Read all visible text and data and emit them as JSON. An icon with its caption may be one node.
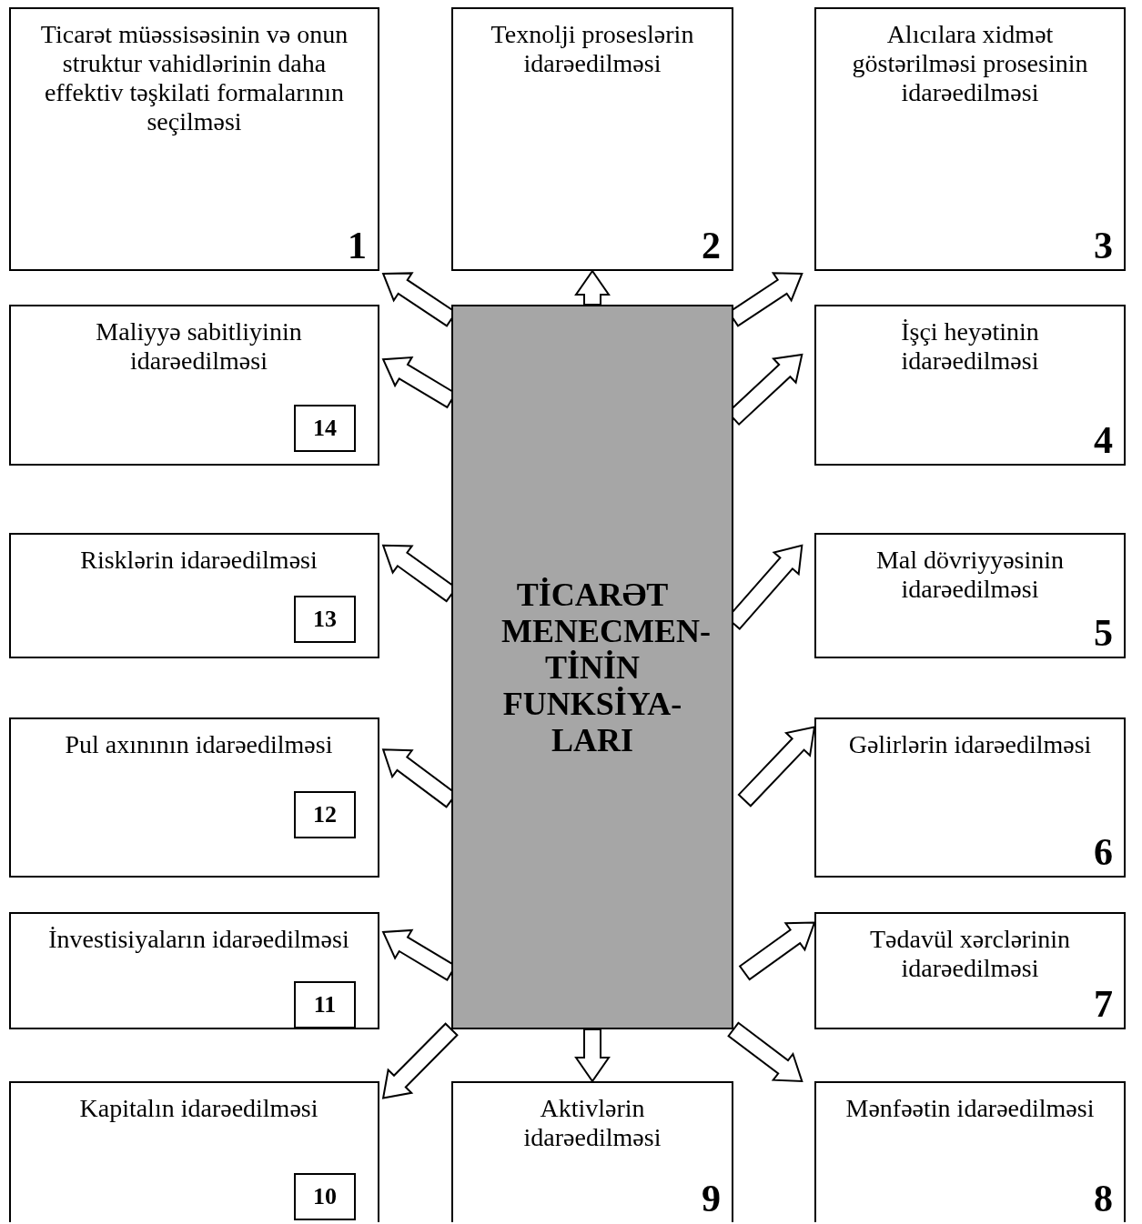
{
  "diagram": {
    "nodes": [
      {
        "text": [
          "Ticarət müəssisəsinin və onun struktur vahidlərinin daha effektiv təşkilati formalarının seçilməsi",
          "1"
        ]
      },
      {
        "text": [
          "Texnolji proseslərin idarəedilməsi",
          "2"
        ]
      },
      {
        "text": [
          "Alıcılara xidmət göstərilməsi prosesinin idarəedilməsi",
          "3"
        ]
      },
      {
        "text": [
          "Maliyyə sabitliyinin idarəedilməsi"
        ]
      },
      {
        "text": [
          "14"
        ],
        "in": 3
      },
      {
        "text": [
          "TİCARƏT MENECMEN- TİNİN FUNKSİYA- LARI"
        ]
      },
      {
        "text": [
          "İşçi heyətinin idarəedilməsi",
          "4"
        ]
      },
      {
        "text": [
          "Risklərin idarəedilməsi"
        ]
      },
      {
        "text": [
          "13"
        ],
        "in": 7
      },
      {
        "text": [
          "Mal dövriyyəsinin idarəedilməsi",
          "5"
        ]
      },
      {
        "text": [
          "Pul axınının idarəedilməsi"
        ]
      },
      {
        "text": [
          "12"
        ],
        "in": 10
      },
      {
        "text": [
          "Gəlirlərin idarəedilməsi",
          "6"
        ]
      },
      {
        "text": [
          "İnvestisiyaların idarəedilməsi"
        ]
      },
      {
        "text": [
          "11"
        ],
        "in": 13
      },
      {
        "text": [
          "Tədavül xərclərinin idarəedilməsi",
          "7"
        ]
      },
      {
        "text": [
          "Kapitalın idarəedilməsi"
        ]
      },
      {
        "text": [
          "10"
        ],
        "in": 16
      },
      {
        "text": [
          "Aktivlərin idarəedilməsi",
          "9"
        ]
      },
      {
        "text": [
          "Mənfəətin idarəedilməsi",
          "8"
        ]
      }
    ],
    "edges": [
      {
        "from": 5,
        "to": 0,
        "arrow": "to"
      },
      {
        "from": 5,
        "to": 1,
        "arrow": "to"
      },
      {
        "from": 5,
        "to": 2,
        "arrow": "to"
      },
      {
        "from": 5,
        "to": 3,
        "arrow": "to"
      },
      {
        "from": 5,
        "to": 6,
        "arrow": "to"
      },
      {
        "from": 5,
        "to": 7,
        "arrow": "to"
      },
      {
        "from": 5,
        "to": 9,
        "arrow": "to"
      },
      {
        "from": 5,
        "to": 10,
        "arrow": "to"
      },
      {
        "from": 5,
        "to": 12,
        "arrow": "to"
      },
      {
        "from": 5,
        "to": 13,
        "arrow": "to"
      },
      {
        "from": 5,
        "to": 15,
        "arrow": "to"
      },
      {
        "from": 5,
        "to": 16,
        "arrow": "to"
      },
      {
        "from": 5,
        "to": 18,
        "arrow": "to"
      },
      {
        "from": 5,
        "to": 19,
        "arrow": "to"
      }
    ]
  }
}
